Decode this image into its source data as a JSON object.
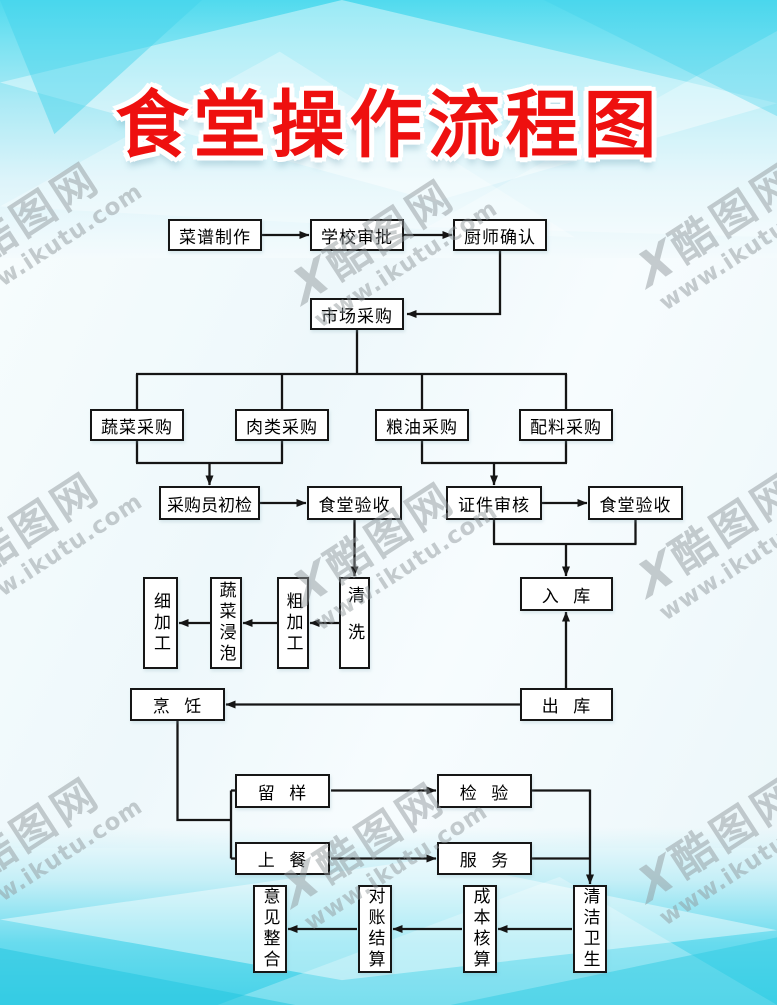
{
  "poster": {
    "title": "食堂操作流程图",
    "title_color": "#ee100f",
    "background_accent": "#50daee",
    "box_border_color": "#161616"
  },
  "watermark": {
    "logo_glyph": "X",
    "brand": "酷图网",
    "url": "www.ikutu.com",
    "color": "#8f979b"
  },
  "nodes": [
    {
      "id": "menu-design",
      "label": "菜谱制作"
    },
    {
      "id": "school-approval",
      "label": "学校审批"
    },
    {
      "id": "chef-confirm",
      "label": "厨师确认"
    },
    {
      "id": "market-purchase",
      "label": "市场采购"
    },
    {
      "id": "vegetable-purchase",
      "label": "蔬菜采购"
    },
    {
      "id": "meat-purchase",
      "label": "肉类采购"
    },
    {
      "id": "grain-oil-purchase",
      "label": "粮油采购"
    },
    {
      "id": "ingredient-purchase",
      "label": "配料采购"
    },
    {
      "id": "buyer-initial-check",
      "label": "采购员初检"
    },
    {
      "id": "canteen-acceptance-left",
      "label": "食堂验收"
    },
    {
      "id": "certificate-review",
      "label": "证件审核"
    },
    {
      "id": "canteen-acceptance-right",
      "label": "食堂验收"
    },
    {
      "id": "washing",
      "label": "清洗"
    },
    {
      "id": "rough-processing",
      "label": "粗加工"
    },
    {
      "id": "vegetable-soaking",
      "label": "蔬菜浸泡"
    },
    {
      "id": "fine-processing",
      "label": "细加工"
    },
    {
      "id": "warehouse-in",
      "label": "入 库"
    },
    {
      "id": "warehouse-out",
      "label": "出 库"
    },
    {
      "id": "cooking",
      "label": "烹 饪"
    },
    {
      "id": "sample-retention",
      "label": "留 样"
    },
    {
      "id": "inspection",
      "label": "检 验"
    },
    {
      "id": "meal-serving",
      "label": "上 餐"
    },
    {
      "id": "service",
      "label": "服 务"
    },
    {
      "id": "cleaning-hygiene",
      "label": "清洁卫生"
    },
    {
      "id": "cost-accounting",
      "label": "成本核算"
    },
    {
      "id": "reconciliation-settlement",
      "label": "对账结算"
    },
    {
      "id": "feedback-integration",
      "label": "意见整合"
    }
  ]
}
